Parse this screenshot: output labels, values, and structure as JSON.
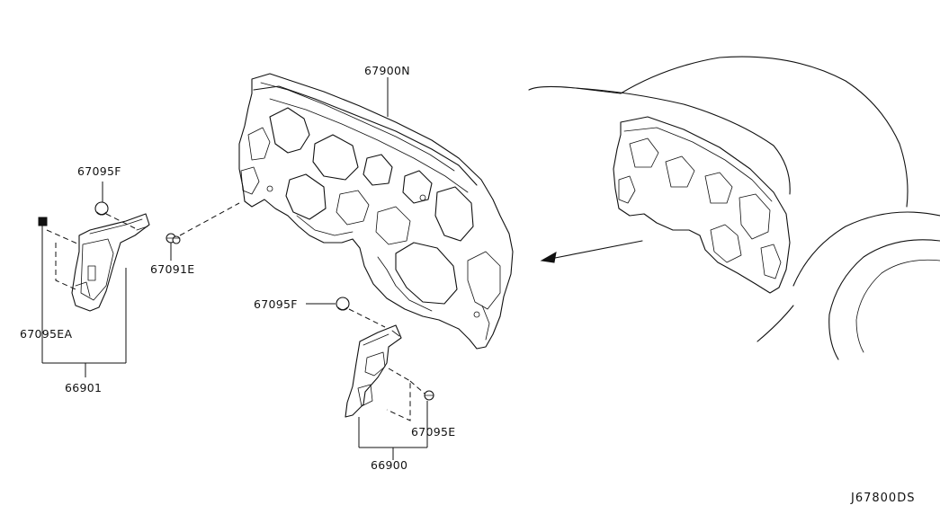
{
  "labels": {
    "dash_insulator": "67900N",
    "trim_left_assy": "66901",
    "clip_left_top": "67095F",
    "clip_left_side": "67091E",
    "clip_left_bottom": "67095EA",
    "clip_right_top": "67095F",
    "clip_right_bottom": "67095E",
    "trim_right_assy": "66900"
  },
  "diagram_code": "J67800DS"
}
